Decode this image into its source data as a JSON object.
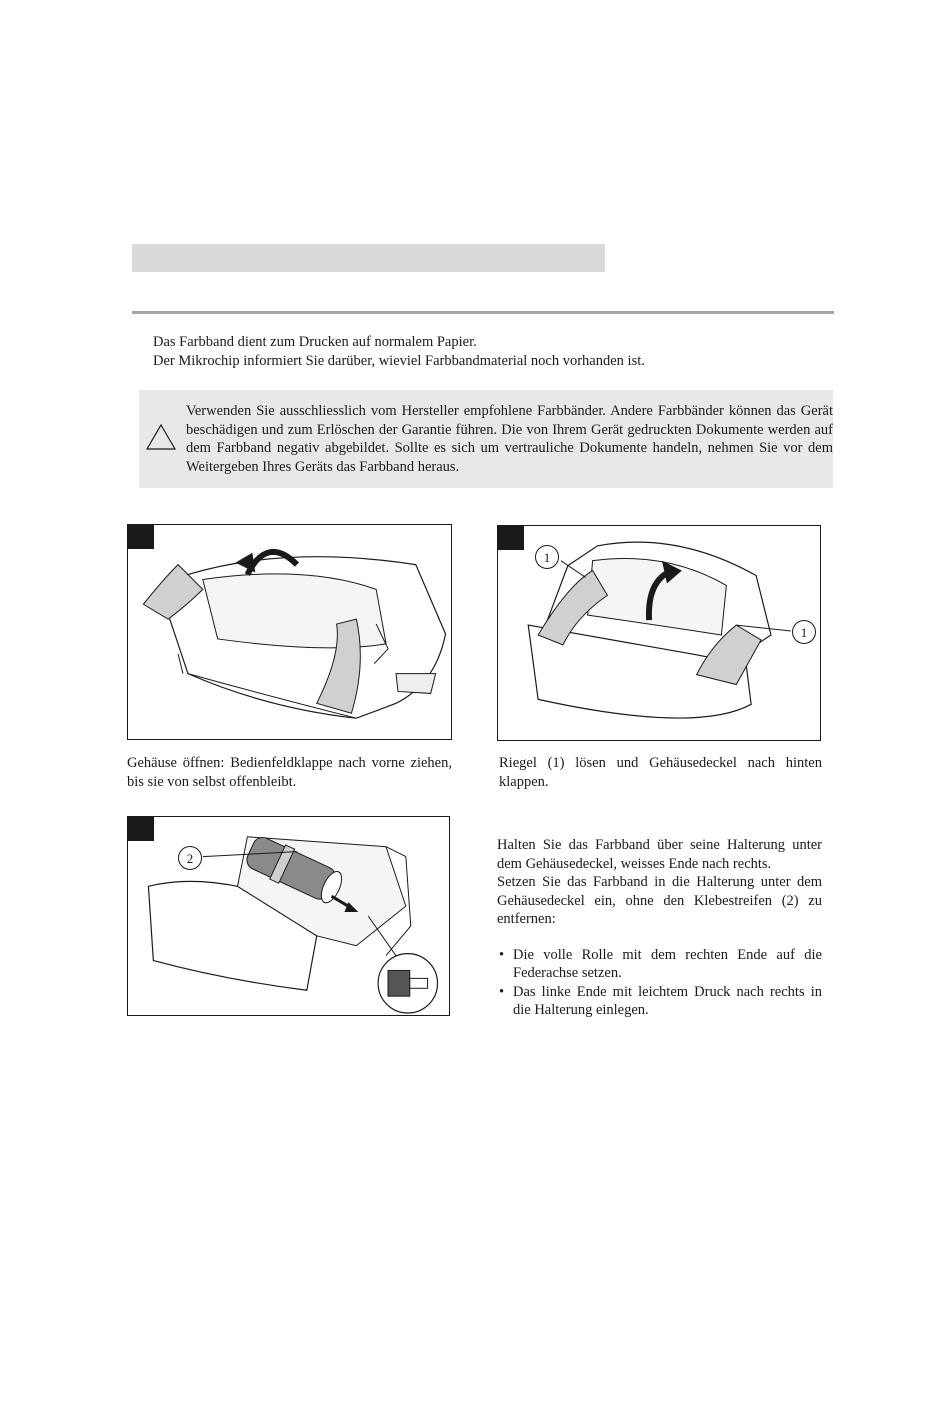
{
  "intro": {
    "line1": "Das Farbband dient zum Drucken auf normalem Papier.",
    "line2": "Der Mikrochip informiert Sie darüber, wieviel Farbbandmaterial noch vorhanden ist."
  },
  "warning": {
    "icon": "warning-triangle-icon",
    "text": "Verwenden Sie ausschliesslich vom Hersteller empfohlene Farbbänder. Andere Farbbänder können das Gerät beschädigen und zum Erlöschen der Garantie führen. Die von Ihrem Gerät gedruckten Dokumente werden auf dem Farbband negativ abgebildet. Sollte es sich um vertrauliche Dokumente handeln, nehmen Sie vor dem Weitergeben Ihres Geräts das Farbband heraus."
  },
  "figures": {
    "fig1": {
      "caption": "Gehäuse öffnen: Bedienfeldklappe nach vorne ziehen, bis sie von selbst offenbleibt."
    },
    "fig2": {
      "callout_left": "1",
      "callout_right": "1",
      "caption": "Riegel (1) lösen und Gehäusedeckel nach hinten klappen."
    },
    "fig3": {
      "callout": "2"
    }
  },
  "steps": {
    "para1": "Halten Sie das Farbband über seine Halterung unter dem Gehäusedeckel, weisses Ende nach rechts.",
    "para2": "Setzen Sie das Farbband in die Halterung unter dem Gehäusedeckel ein, ohne den Klebestreifen (2) zu entfernen:",
    "bullets": [
      "Die volle Rolle mit dem rechten Ende auf die Federachse setzen.",
      "Das linke Ende mit leichtem Druck nach rechts in die Halterung einlegen."
    ]
  }
}
